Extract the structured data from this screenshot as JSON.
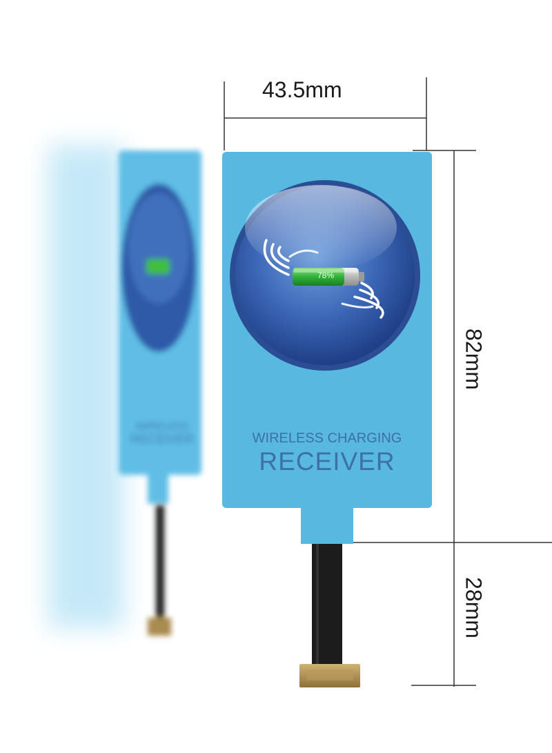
{
  "product": {
    "name_line1": "WIRELESS CHARGING",
    "name_line2": "RECEIVER",
    "battery_level_label": "78%",
    "battery_level": 0.78
  },
  "dimensions": {
    "width": "43.5mm",
    "card_height": "82mm",
    "cable_length": "28mm"
  },
  "colors": {
    "card_blue": "#58b8e0",
    "disc_blue": "#2d55a5",
    "text_blue": "#3d6fa8",
    "cable_black": "#1c1c1c",
    "connector_gold": "#a8894e",
    "battery_green": "#35c13b"
  }
}
